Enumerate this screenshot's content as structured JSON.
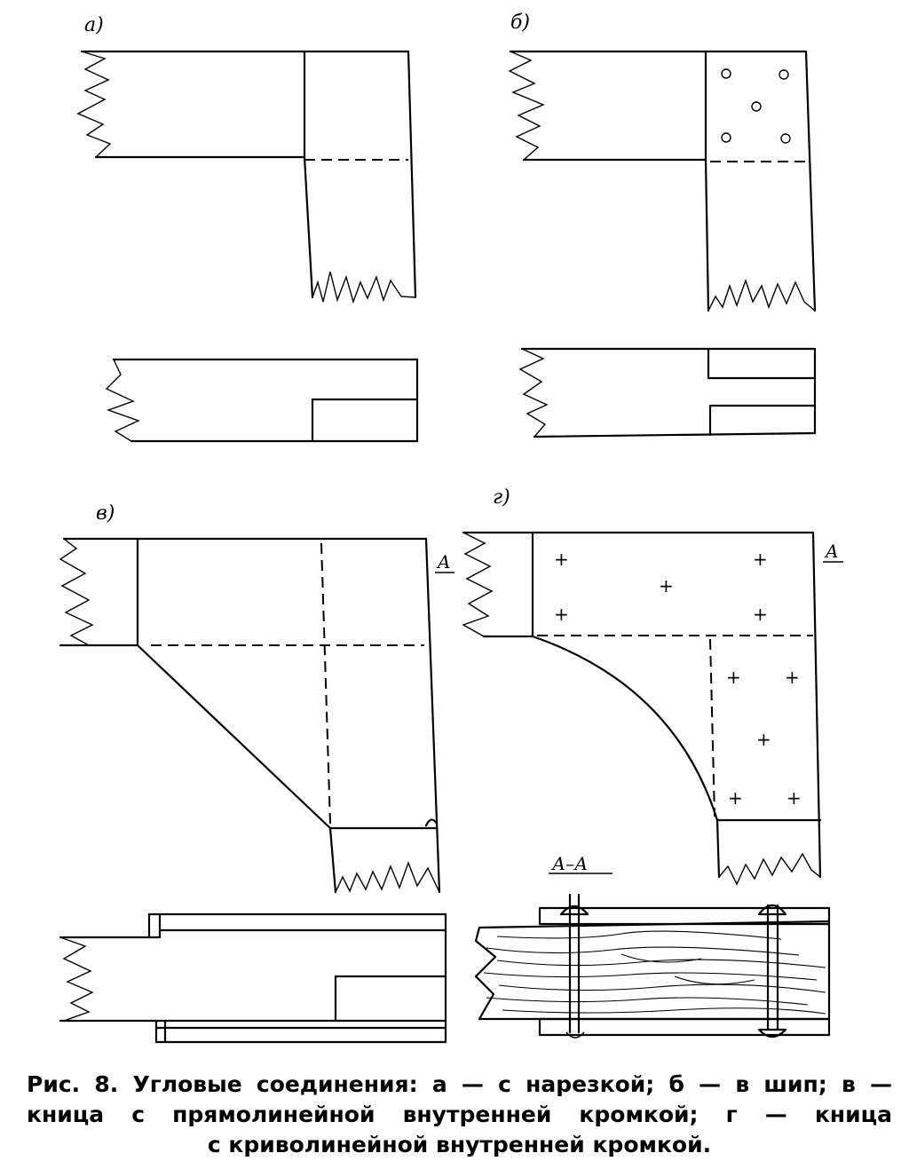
{
  "panels": {
    "a": {
      "label": "а)"
    },
    "b": {
      "label": "б)"
    },
    "c": {
      "label": "в)",
      "section_mark": "A"
    },
    "d": {
      "label": "г)",
      "section_mark": "A"
    }
  },
  "section": {
    "label": "А–А"
  },
  "fasteners": {
    "symbol": "+"
  },
  "caption": {
    "line1": "Рис. 8. Угловые соединения: а — с нарезкой; б — в шип; в —",
    "line2": "кница с прямолинейной внутренней кромкой; г — кница",
    "line3": "с криволинейной внутренней кромкой."
  }
}
